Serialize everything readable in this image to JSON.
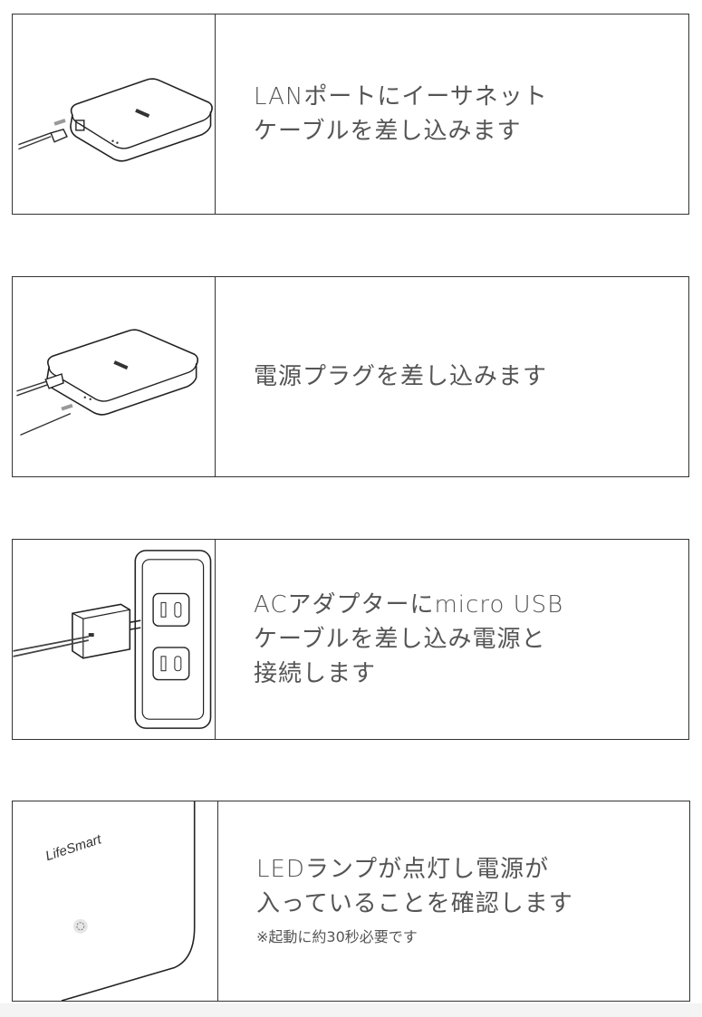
{
  "steps": [
    {
      "lines": [
        "LANポートにイーサネット",
        "ケーブルを差し込みます"
      ],
      "illustration": "hub-ethernet-icon"
    },
    {
      "lines": [
        "電源プラグを差し込みます"
      ],
      "illustration": "hub-power-icon"
    },
    {
      "lines": [
        "ACアダプターにmicro USB",
        "ケーブルを差し込み電源と",
        "接続します"
      ],
      "illustration": "ac-outlet-icon"
    },
    {
      "lines": [
        "LEDランプが点灯し電源が",
        "入っていることを確認します"
      ],
      "note": "※起動に約30秒必要です",
      "illustration": "led-lamp-icon",
      "logo_text": "LifeSmart"
    }
  ]
}
